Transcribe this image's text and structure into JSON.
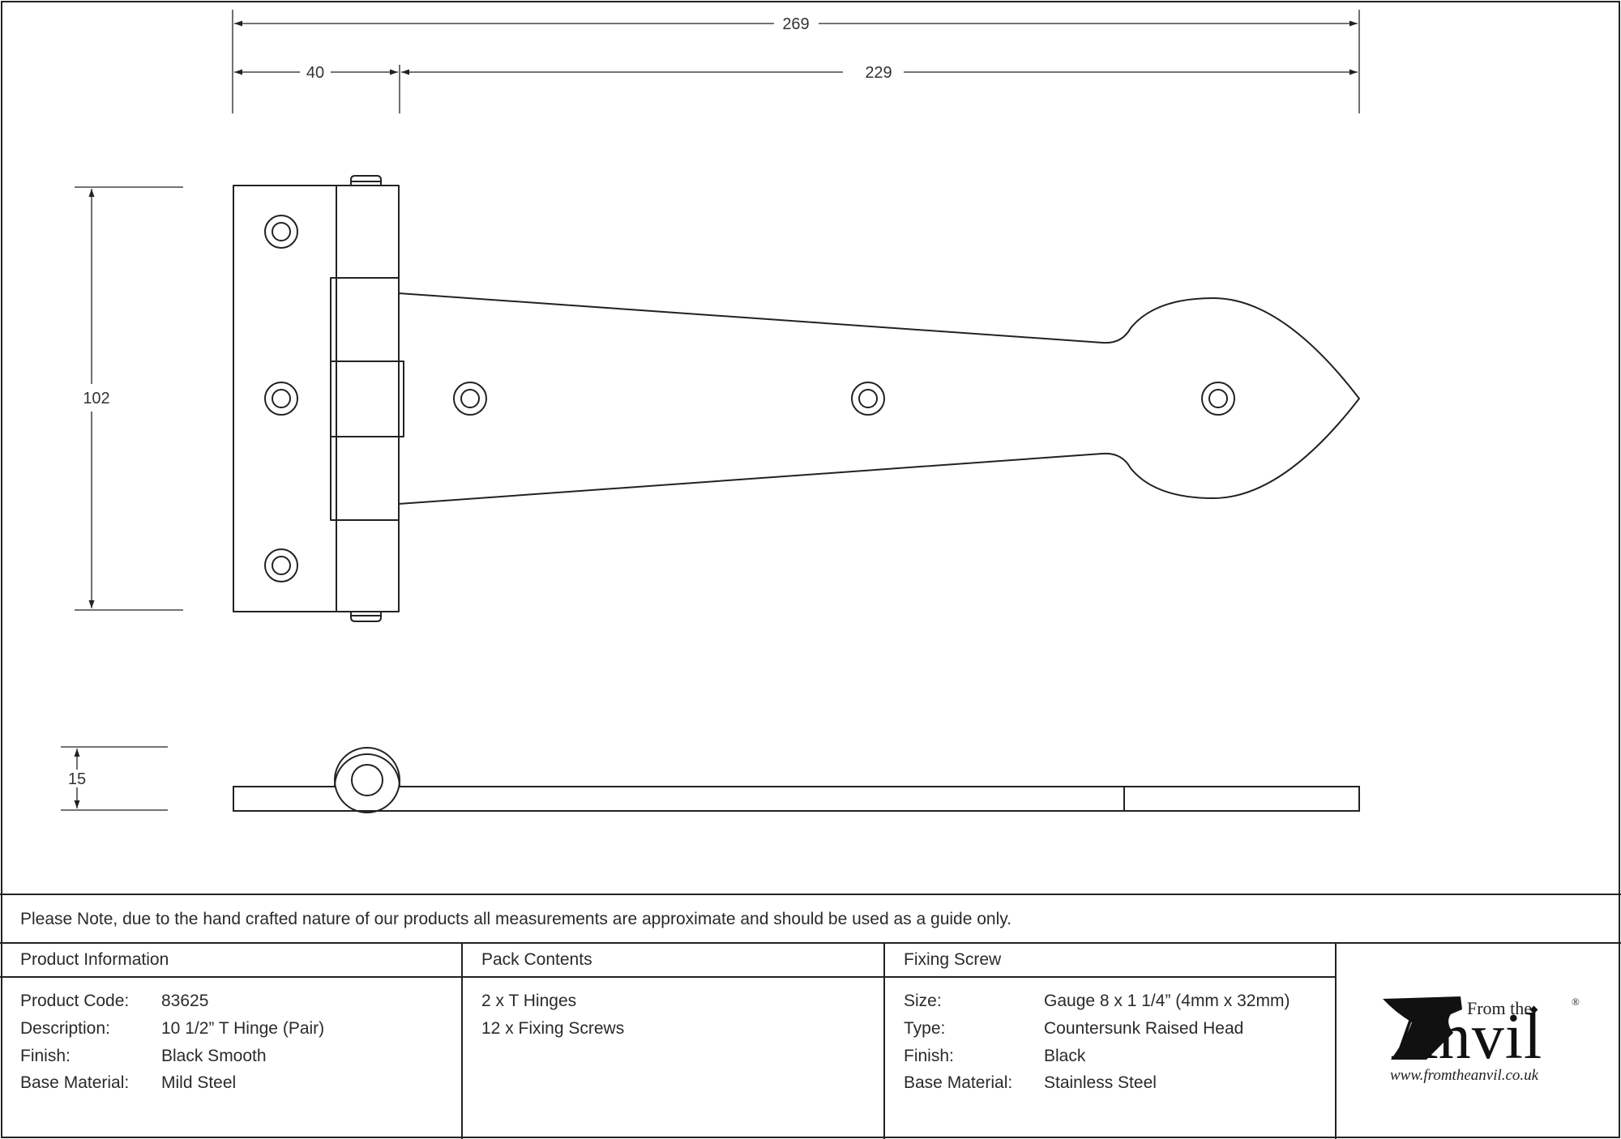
{
  "dimensions": {
    "overall_length": "269",
    "leaf_width": "40",
    "strap_length": "229",
    "height": "102",
    "thickness": "15"
  },
  "note": "Please Note, due to the hand crafted nature of our products all measurements are approximate and should be used as a guide only.",
  "product_info": {
    "heading": "Product Information",
    "rows": [
      {
        "label": "Product Code:",
        "value": "83625"
      },
      {
        "label": "Description:",
        "value": "10 1/2” T Hinge (Pair)"
      },
      {
        "label": "Finish:",
        "value": "Black Smooth"
      },
      {
        "label": "Base Material:",
        "value": "Mild Steel"
      }
    ]
  },
  "pack_contents": {
    "heading": "Pack Contents",
    "items": [
      "2 x T Hinges",
      "12 x Fixing Screws"
    ]
  },
  "fixing_screw": {
    "heading": "Fixing Screw",
    "rows": [
      {
        "label": "Size:",
        "value": "Gauge 8 x 1 1/4” (4mm x 32mm)"
      },
      {
        "label": "Type:",
        "value": "Countersunk Raised Head"
      },
      {
        "label": "Finish:",
        "value": "Black"
      },
      {
        "label": "Base Material:",
        "value": "Stainless Steel"
      }
    ]
  },
  "logo": {
    "from_the": "From the",
    "anvil": "Anvil",
    "registered": "®",
    "url": "www.fromtheanvil.co.uk"
  }
}
